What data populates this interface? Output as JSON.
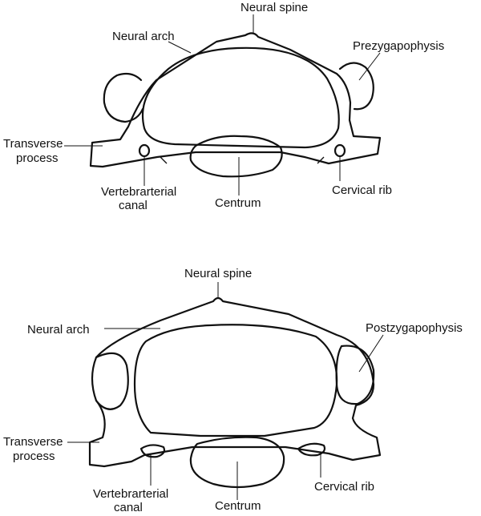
{
  "diagram": {
    "top_vertebra": {
      "labels": {
        "neural_spine": "Neural spine",
        "neural_arch": "Neural arch",
        "prezygapophysis": "Prezygapophysis",
        "transverse_process_line1": "Transverse",
        "transverse_process_line2": "process",
        "vertebrarterial_canal_line1": "Vertebrarterial",
        "vertebrarterial_canal_line2": "canal",
        "centrum": "Centrum",
        "cervical_rib": "Cervical rib"
      }
    },
    "bottom_vertebra": {
      "labels": {
        "neural_spine": "Neural spine",
        "neural_arch": "Neural arch",
        "postzygapophysis": "Postzygapophysis",
        "transverse_process_line1": "Transverse",
        "transverse_process_line2": "process",
        "vertebrarterial_canal_line1": "Vertebrarterial",
        "vertebrarterial_canal_line2": "canal",
        "centrum": "Centrum",
        "cervical_rib": "Cervical rib"
      }
    },
    "colors": {
      "ink": "#111111",
      "background": "#ffffff"
    }
  }
}
